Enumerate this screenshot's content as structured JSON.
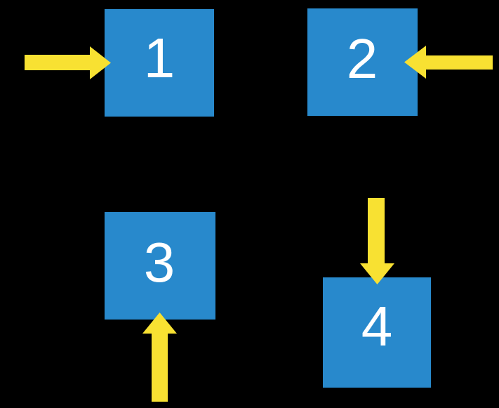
{
  "colors": {
    "background": "#000000",
    "box_fill": "#2889CC",
    "arrow_fill": "#F8E132",
    "label_color": "#FFFFFF"
  },
  "boxes": [
    {
      "label": "1",
      "arrow_icon": "arrow-right-icon",
      "arrow_position": "left-of-box",
      "arrow_points": "right"
    },
    {
      "label": "2",
      "arrow_icon": "arrow-left-icon",
      "arrow_position": "right-of-box",
      "arrow_points": "left"
    },
    {
      "label": "3",
      "arrow_icon": "arrow-up-icon",
      "arrow_position": "below-box",
      "arrow_points": "up"
    },
    {
      "label": "4",
      "arrow_icon": "arrow-down-icon",
      "arrow_position": "above-box",
      "arrow_points": "down"
    }
  ]
}
